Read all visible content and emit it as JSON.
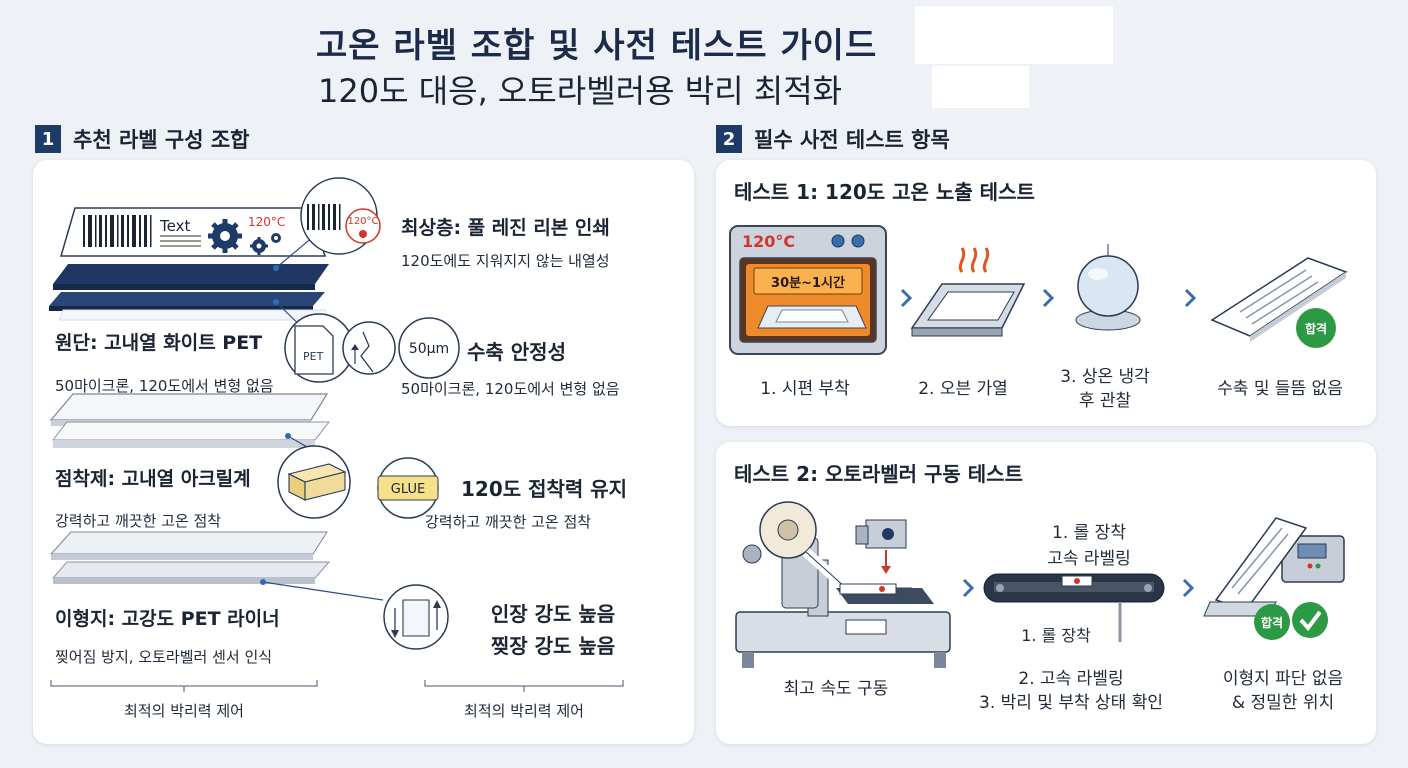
{
  "header": {
    "title": "고온 라벨 조합 및 사전 테스트 가이드",
    "subtitle": "120도 대응, 오토라벨러용 박리 최적화"
  },
  "section1": {
    "number": "1",
    "title": "추천 라벨 구성 조합",
    "label_art": {
      "text": "Text",
      "temp": "120°C"
    },
    "badge_temp": "120°C",
    "layers": [
      {
        "left_title": "원단: 고내열 화이트 PET",
        "left_desc": "50마이크론, 120도에서 변형 없음",
        "icon_text": "PET"
      },
      {
        "left_title": "점착제: 고내열 아크릴계",
        "left_desc": "강력하고 깨끗한 고온 점착"
      },
      {
        "left_title": "이형지: 고강도 PET 라이너",
        "left_desc": "찢어짐 방지, 오토라벨러 센서 인식"
      }
    ],
    "right_items": [
      {
        "title": "최상층: 풀 레진 리본 인쇄",
        "desc": "120도에도 지워지지 않는 내열성"
      },
      {
        "badge": "50μm",
        "title": "수축 안정성",
        "desc": "50마이크론, 120도에서 변형 없음"
      },
      {
        "badge": "GLUE",
        "title": "120도 접착력 유지",
        "desc": "강력하고 깨끗한 고온 점착"
      },
      {
        "title_line1": "인장 강도 높음",
        "title_line2": "찢장 강도 높음"
      }
    ],
    "brace_left": "최적의 박리력 제어",
    "brace_right": "최적의 박리력 제어"
  },
  "section2": {
    "number": "2",
    "title": "필수 사전 테스트 항목",
    "test1": {
      "title": "테스트 1: 120도 고온 노출 테스트",
      "oven_temp": "120°C",
      "oven_time": "30분~1시간",
      "steps": [
        "1. 시편 부착",
        "2. 오븐 가열",
        "3. 상온 냉각",
        "후 관찰",
        "수축 및 들뜸 없음"
      ],
      "pass_badge": "합격"
    },
    "test2": {
      "title": "테스트 2: 오토라벨러 구동 테스트",
      "captions": {
        "machine": "최고 속도 구동",
        "top_line1": "1. 롤 장착",
        "top_line2": "고속 라벨링",
        "under": "1. 롤 장착",
        "mid_line1": "2. 고속 라벨링",
        "mid_line2": "3. 박리 및 부착 상태 확인",
        "end_line1": "이형지 파단 없음",
        "end_line2": "& 정밀한 위치"
      },
      "pass_badge": "합격"
    }
  },
  "colors": {
    "navy": "#1e3a66",
    "layer_dark": "#1f3762",
    "accent_red": "#d0362a",
    "pass_green": "#2c9a44",
    "panel_bg": "#ffffff",
    "page_bg": "#eef2f7"
  }
}
